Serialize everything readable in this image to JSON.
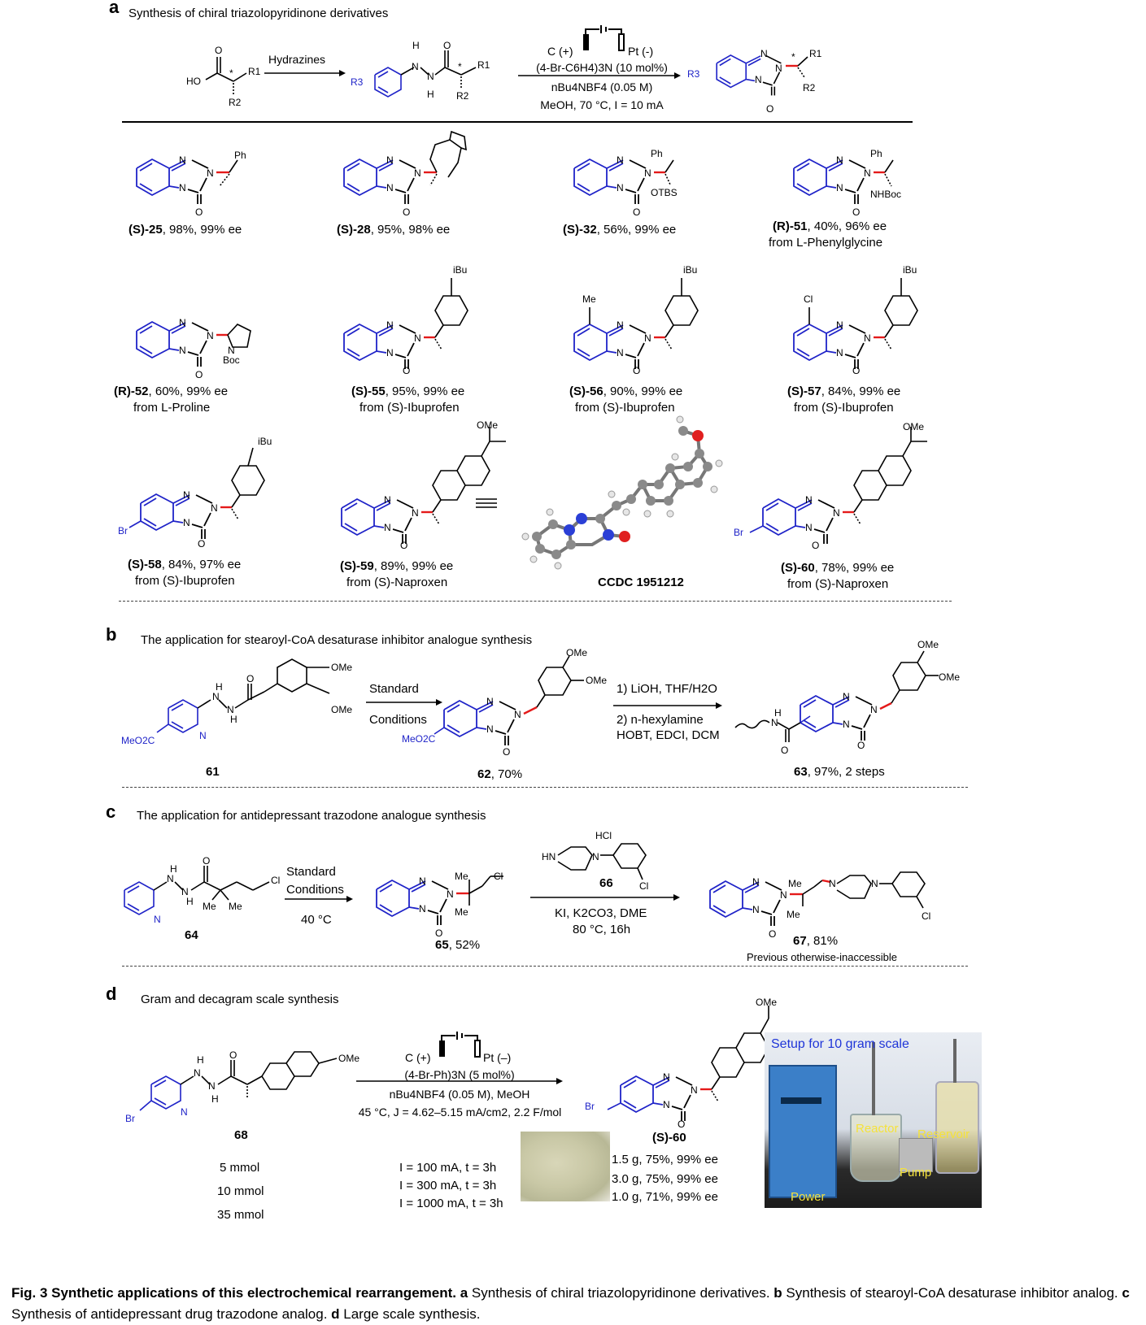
{
  "sections": {
    "a": {
      "letter": "a",
      "title": "Synthesis of chiral triazolopyridinone derivatives"
    },
    "b": {
      "letter": "b",
      "title": "The application for stearoyl-CoA desaturase inhibitor analogue synthesis"
    },
    "c": {
      "letter": "c",
      "title": "The application for antidepressant trazodone analogue synthesis"
    },
    "d": {
      "letter": "d",
      "title": "Gram and decagram scale synthesis"
    }
  },
  "scheme_a": {
    "step1": "Hydrazines",
    "electrodes": "C (+)",
    "electrode_neg": "Pt (-)",
    "cond1": "(4-Br-C6H4)3N (10 mol%)",
    "cond2": "nBu4NBF4 (0.05 M)",
    "cond3": "MeOH, 70 °C, I = 10 mA"
  },
  "compounds_a": [
    {
      "id": "(S)-25",
      "rest": ", 98%, 99% ee",
      "from": ""
    },
    {
      "id": "(S)-28",
      "rest": ", 95%, 98% ee",
      "from": ""
    },
    {
      "id": "(S)-32",
      "rest": ", 56%, 99% ee",
      "from": ""
    },
    {
      "id": "(R)-51",
      "rest": ", 40%, 96% ee",
      "from": "from L-Phenylglycine"
    },
    {
      "id": "(R)-52",
      "rest": ", 60%, 99% ee",
      "from": "from L-Proline"
    },
    {
      "id": "(S)-55",
      "rest": ", 95%, 99% ee",
      "from": "from (S)-Ibuprofen"
    },
    {
      "id": "(S)-56",
      "rest": ", 90%, 99% ee",
      "from": "from (S)-Ibuprofen"
    },
    {
      "id": "(S)-57",
      "rest": ", 84%, 99% ee",
      "from": "from (S)-Ibuprofen"
    },
    {
      "id": "(S)-58",
      "rest": ", 84%, 97% ee",
      "from": "from (S)-Ibuprofen"
    },
    {
      "id": "(S)-59",
      "rest": ", 89%, 99% ee",
      "from": "from (S)-Naproxen"
    },
    {
      "id": "(S)-60",
      "rest": ", 78%, 99% ee",
      "from": "from (S)-Naproxen"
    }
  ],
  "ccdc": "CCDC 1951212",
  "scheme_b": {
    "cpd61": "61",
    "std1": "Standard",
    "std2": "Conditions",
    "cpd62": "62",
    "cpd62_yield": ", 70%",
    "r1": "1) LiOH, THF/H2O",
    "r2": "2) n-hexylamine",
    "r3": "HOBT, EDCI, DCM",
    "cpd63": "63",
    "cpd63_yield": ", 97%, 2 steps"
  },
  "scheme_c": {
    "cpd64": "64",
    "std1": "Standard",
    "std2": "Conditions",
    "temp": "40 °C",
    "cpd65": "65",
    "cpd65_yield": ", 52%",
    "reagent": "66",
    "hcl": "HCl",
    "r1": "KI, K2CO3, DME",
    "r2": "80 °C, 16h",
    "cpd67": "67",
    "cpd67_yield": ", 81%",
    "note": "Previous otherwise-inaccessible"
  },
  "scheme_d": {
    "cpd68": "68",
    "electrodes": "C (+)",
    "electrode_neg": "Pt (–)",
    "cond1": "(4-Br-Ph)3N (5 mol%)",
    "cond2": "nBu4NBF4 (0.05 M), MeOH",
    "cond3": "45 °C, J = 4.62–5.15 mA/cm2, 2.2 F/mol",
    "product": "(S)-60",
    "rows": [
      {
        "scale": "5 mmol",
        "current": "I = 100 mA, t = 3h",
        "result": "1.5 g, 75%, 99% ee"
      },
      {
        "scale": "10 mmol",
        "current": "I = 300 mA, t = 3h",
        "result": "3.0 g, 75%, 99% ee"
      },
      {
        "scale": "35 mmol",
        "current": "I = 1000 mA, t = 3h",
        "result": "1.0 g, 71%, 99% ee"
      }
    ],
    "photo_title": "Setup for 10 gram scale",
    "photo_labels": [
      "Reactor",
      "Reservoir",
      "Pump",
      "Power"
    ]
  },
  "caption": {
    "bold": "Fig. 3 Synthetic applications of this electrochemical rearrangement.",
    "a": "a",
    "a_text": " Synthesis of chiral triazolopyridinone derivatives. ",
    "b": "b",
    "b_text": " Synthesis of stearoyl-CoA desaturase inhibitor analog. ",
    "c": "c",
    "c_text": " Synthesis of antidepressant drug trazodone analog. ",
    "d": "d",
    "d_text": " Large scale synthesis."
  },
  "atoms": {
    "N": "N",
    "O": "O",
    "H": "H",
    "HO": "HO",
    "HN": "HN",
    "Ph": "Ph",
    "OTBS": "OTBS",
    "NHBoc": "NHBoc",
    "Boc": "Boc",
    "iBu": "iBu",
    "Me": "Me",
    "Cl": "Cl",
    "Br": "Br",
    "OMe": "OMe",
    "MeO2C": "MeO2C",
    "R1": "R1",
    "R2": "R2",
    "R3": "R3",
    "star": "*"
  }
}
